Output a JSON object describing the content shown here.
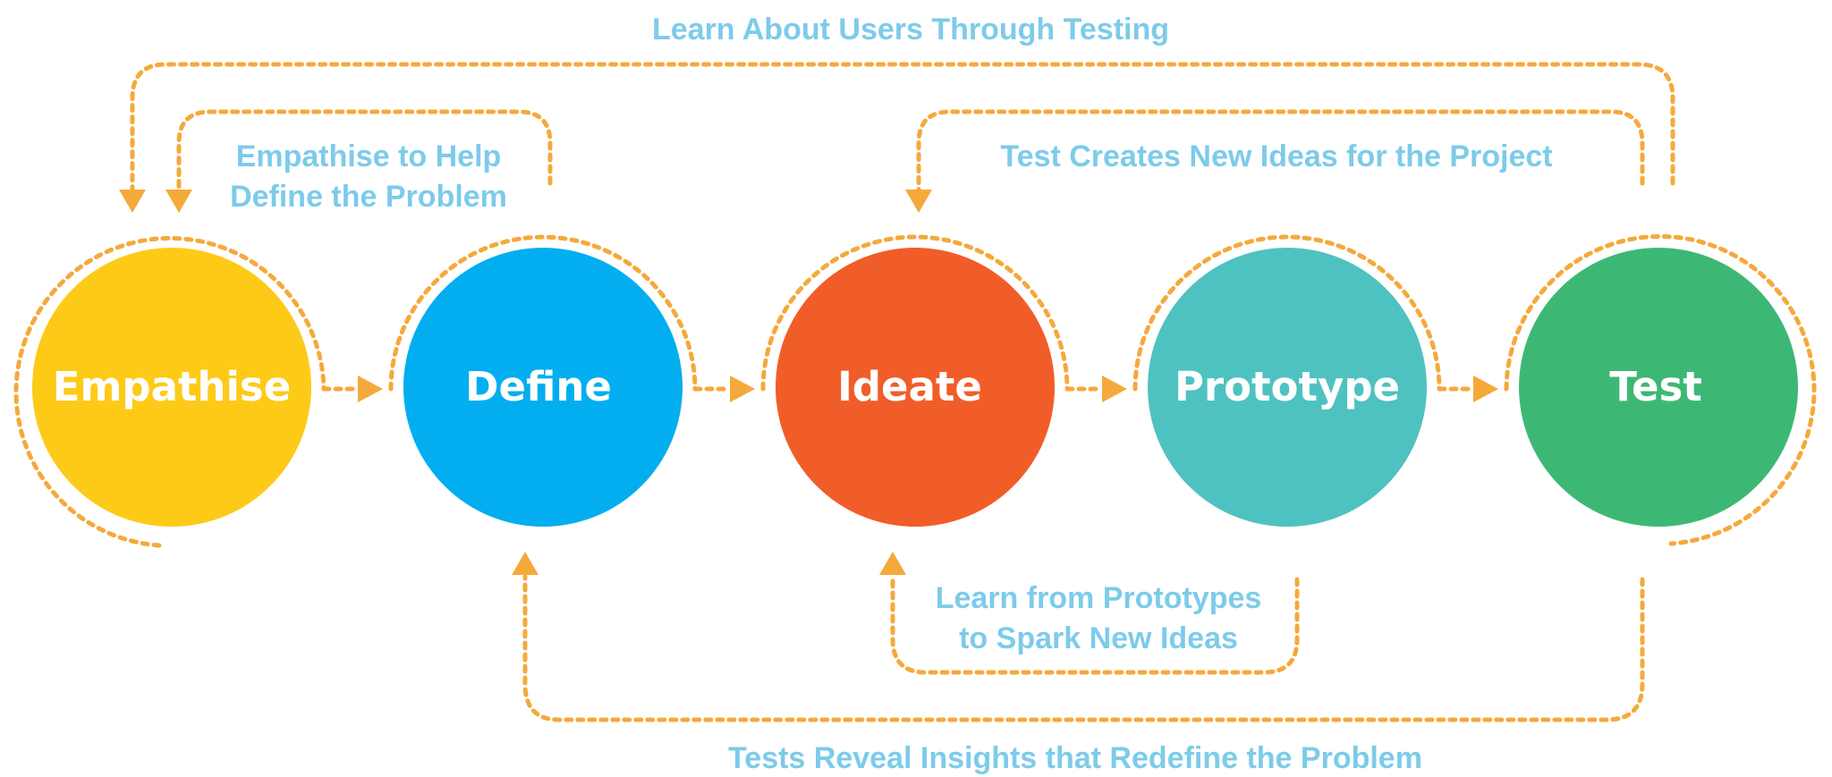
{
  "colors": {
    "connector": "#F5A93B",
    "label_text": "#7DCBEA",
    "stage_text": "#FFFFFF"
  },
  "stages": [
    {
      "label": "Empathise",
      "color": "#FDCA18"
    },
    {
      "label": "Define",
      "color": "#02AEEF"
    },
    {
      "label": "Ideate",
      "color": "#F15D29"
    },
    {
      "label": "Prototype",
      "color": "#4EC2C1"
    },
    {
      "label": "Test",
      "color": "#3DB874"
    }
  ],
  "feedback_loops": {
    "learn_about_users": "Learn About Users Through Testing",
    "empathise_define_line1": "Empathise to Help",
    "empathise_define_line2": "Define the Problem",
    "test_creates_ideas": "Test Creates New Ideas for the Project",
    "learn_prototypes_line1": "Learn from Prototypes",
    "learn_prototypes_line2": "to Spark New Ideas",
    "tests_reveal": "Tests Reveal Insights that Redefine the Problem"
  }
}
